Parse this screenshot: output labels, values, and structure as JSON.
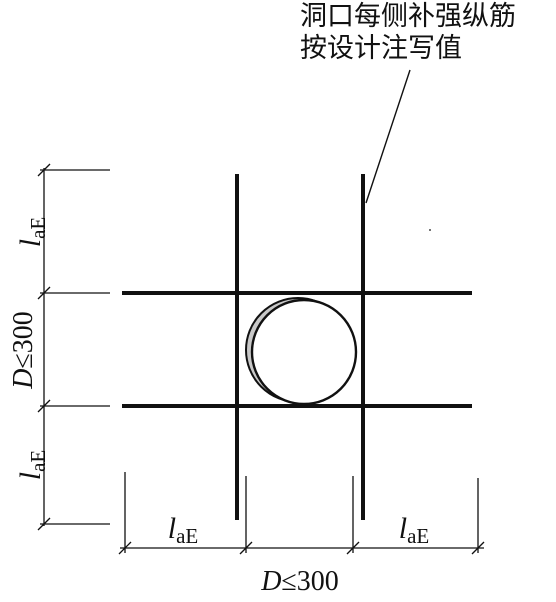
{
  "annotation": {
    "line1": "洞口每侧补强纵筋",
    "line2": "按设计注写值"
  },
  "labels": {
    "laE_symbol": "l",
    "laE_subscript": "aE",
    "opening_D_symbol": "D",
    "opening_limit": "≤300"
  },
  "colors": {
    "line": "#111111",
    "opening_shadow": "#c8c8c8",
    "background": "#ffffff"
  }
}
